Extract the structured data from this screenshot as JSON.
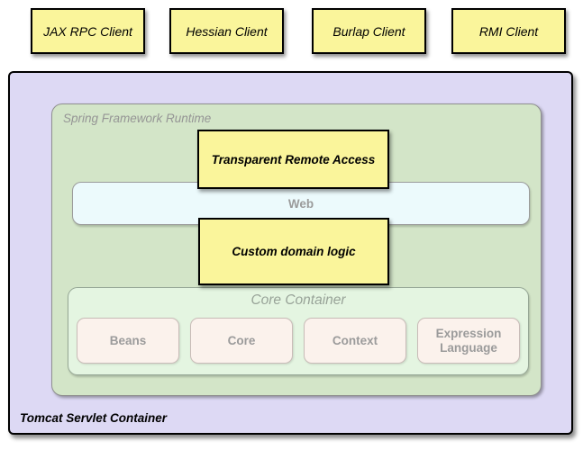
{
  "diagram": {
    "clients": [
      {
        "label": "JAX RPC Client"
      },
      {
        "label": "Hessian Client"
      },
      {
        "label": "Burlap Client"
      },
      {
        "label": "RMI Client"
      }
    ],
    "tomcat": {
      "label": "Tomcat Servlet Container"
    },
    "spring_runtime": {
      "label": "Spring Framework Runtime"
    },
    "remote_access": {
      "label": "Transparent Remote Access"
    },
    "web_layer": {
      "label": "Web"
    },
    "domain_logic": {
      "label": "Custom domain logic"
    },
    "core_container": {
      "label": "Core Container",
      "modules": [
        {
          "label": "Beans"
        },
        {
          "label": "Core"
        },
        {
          "label": "Context"
        },
        {
          "label": "Expression Language"
        }
      ]
    },
    "colors": {
      "client_box_fill": "#FAF59B",
      "tomcat_fill": "#DDD9F4",
      "runtime_fill": "#D3E5C8",
      "web_fill": "#ECFAFC",
      "core_fill": "#E4F5E1",
      "module_fill": "#FBF2EC",
      "muted_text": "#9B9B9B",
      "box_border": "#000000"
    }
  }
}
